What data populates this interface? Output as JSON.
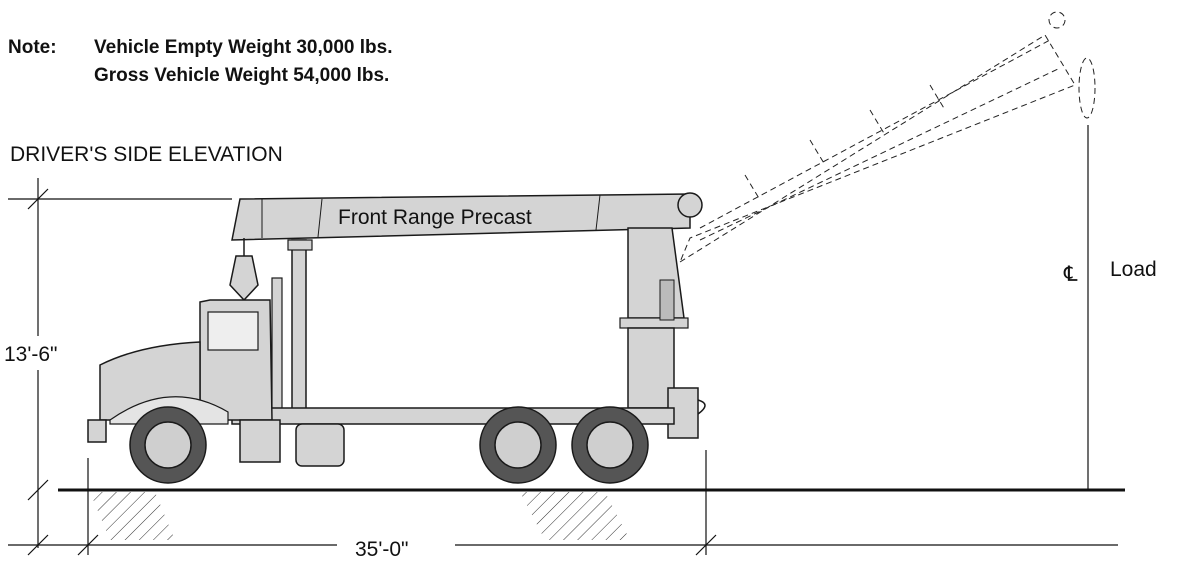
{
  "note": {
    "label": "Note:",
    "line1": "Vehicle Empty Weight 30,000 lbs.",
    "line2": "Gross Vehicle Weight 54,000 lbs."
  },
  "elevation_title": "DRIVER'S SIDE ELEVATION",
  "boom_text": "Front Range Precast",
  "height_dim": "13'-6\"",
  "length_dim": "35'-0\"",
  "load_label": "Load",
  "centerline_symbol": "℄",
  "colors": {
    "line": "#1a1a1a",
    "body": "#d4d4d4",
    "tire": "#555555",
    "hub": "#cfcfcf"
  }
}
